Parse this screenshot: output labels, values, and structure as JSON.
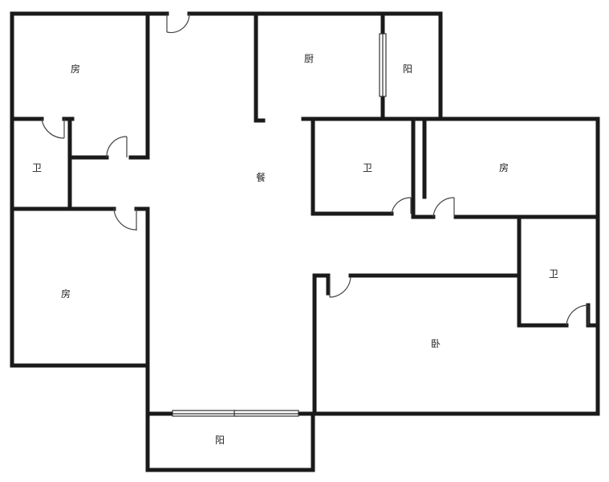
{
  "rooms": {
    "bedroom_top_left": "房",
    "bath_left": "卫",
    "bedroom_left": "房",
    "kitchen": "厨",
    "balcony_top": "阳",
    "dining": "餐",
    "bath_center": "卫",
    "bedroom_right": "房",
    "bath_right": "卫",
    "master_bedroom": "卧",
    "balcony_bottom": "阳"
  }
}
